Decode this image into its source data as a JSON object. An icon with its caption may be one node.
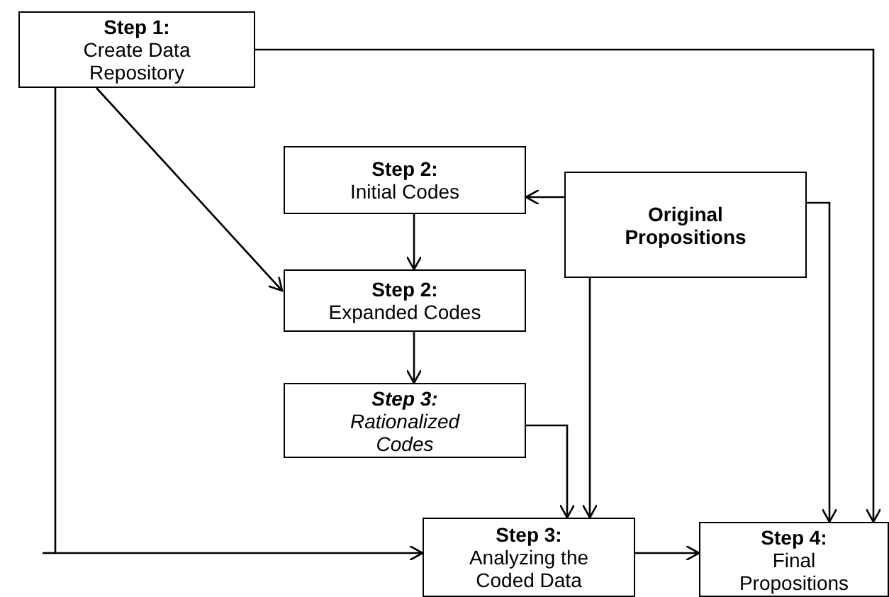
{
  "diagram": {
    "nodes": [
      {
        "text": [
          "Step 1:",
          "Create Data Repository"
        ]
      },
      {
        "text": [
          "Step 2:",
          "Initial Codes"
        ]
      },
      {
        "text": [
          "Original Propositions"
        ]
      },
      {
        "text": [
          "Step 2:",
          "Expanded Codes"
        ]
      },
      {
        "text": [
          "Step 3:",
          "Rationalized Codes"
        ]
      },
      {
        "text": [
          "Step 3:",
          "Analyzing the Coded Data"
        ]
      },
      {
        "text": [
          "Step 4:",
          "Final Propositions"
        ]
      }
    ],
    "edges": [
      {
        "from": 0,
        "to": 6,
        "arrow": "to"
      },
      {
        "from": 0,
        "to": 3,
        "arrow": "to"
      },
      {
        "from": 0,
        "to": 5,
        "arrow": "to"
      },
      {
        "from": 2,
        "to": 1,
        "arrow": "to"
      },
      {
        "from": 1,
        "to": 3,
        "arrow": "to"
      },
      {
        "from": 3,
        "to": 4,
        "arrow": "to"
      },
      {
        "from": 4,
        "to": 5,
        "arrow": "to"
      },
      {
        "from": 2,
        "to": 5,
        "arrow": "to"
      },
      {
        "from": 2,
        "to": 6,
        "arrow": "to"
      },
      {
        "from": 5,
        "to": 6,
        "arrow": "to"
      }
    ]
  }
}
